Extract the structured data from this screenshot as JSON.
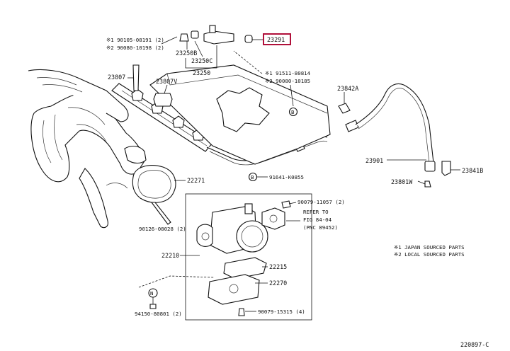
{
  "diagram_id": "220897-C",
  "highlight_color": "#b0103a",
  "callouts": {
    "p90105": "※1 90105-08191 (2)",
    "p90080a": "※2 90080-10198 (2)",
    "p23250b": "23250B",
    "p23250c": "23250C",
    "p23250": "23250",
    "p23291": "23291",
    "p23807": "23807",
    "p23807v": "23807V",
    "p91511": "※1 91511-80814",
    "p90080b": "※2 90080-10185",
    "p23842a": "23842A",
    "p23901": "23901",
    "p23841b": "23841B",
    "p23801w": "23801W",
    "p22271": "22271",
    "p91641": "91641-K0855",
    "p90079a": "90079-11057 (2)",
    "refer1": "REFER TO",
    "refer2": "FIG 84-04",
    "refer3": "(PNC 89452)",
    "p90126": "90126-08028 (2)",
    "p22210": "22210",
    "p22215": "22215",
    "p22270": "22270",
    "p90079b": "90079-15315 (4)",
    "p94150": "94150-80801 (2)",
    "mark_b": "B",
    "mark_n": "N"
  },
  "legend": {
    "note1": "※1 JAPAN SOURCED PARTS",
    "note2": "※2 LOCAL SOURCED PARTS"
  }
}
